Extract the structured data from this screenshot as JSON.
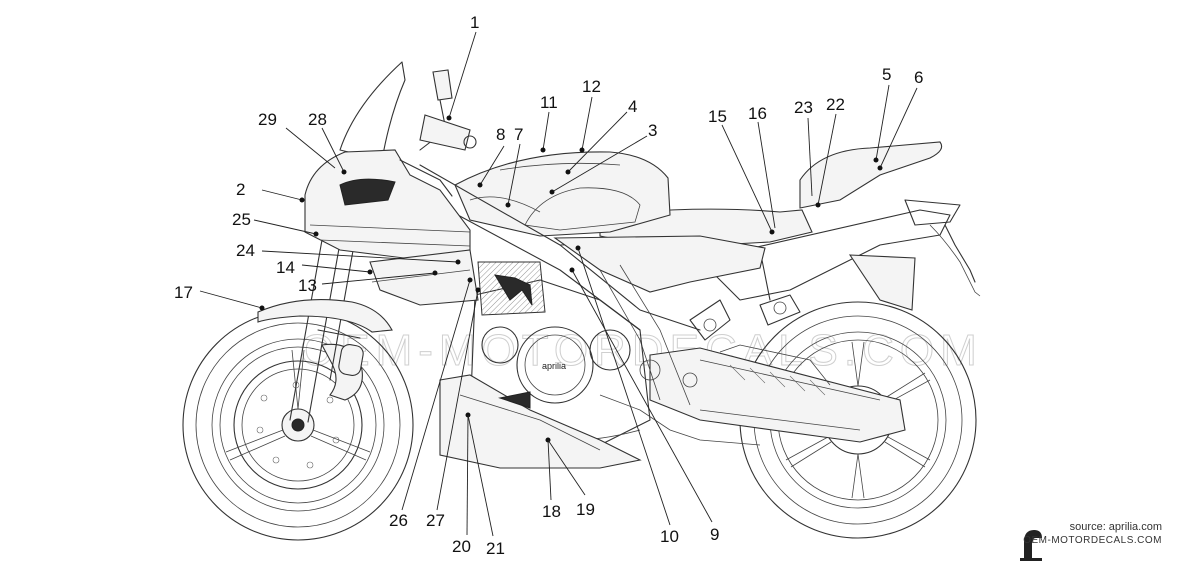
{
  "callouts": [
    "1",
    "2",
    "3",
    "4",
    "5",
    "6",
    "7",
    "8",
    "9",
    "10",
    "11",
    "12",
    "13",
    "14",
    "15",
    "16",
    "17",
    "18",
    "19",
    "20",
    "21",
    "22",
    "23",
    "24",
    "25",
    "26",
    "27",
    "28",
    "29"
  ],
  "tank_logo": "aprilia",
  "source_text": "source: aprilia.com",
  "site_text": "OEM-MOTORDECALS.COM",
  "watermark_text": "OEM-MOTORDECALS.COM",
  "logo_icon": "helmet-logo-icon"
}
